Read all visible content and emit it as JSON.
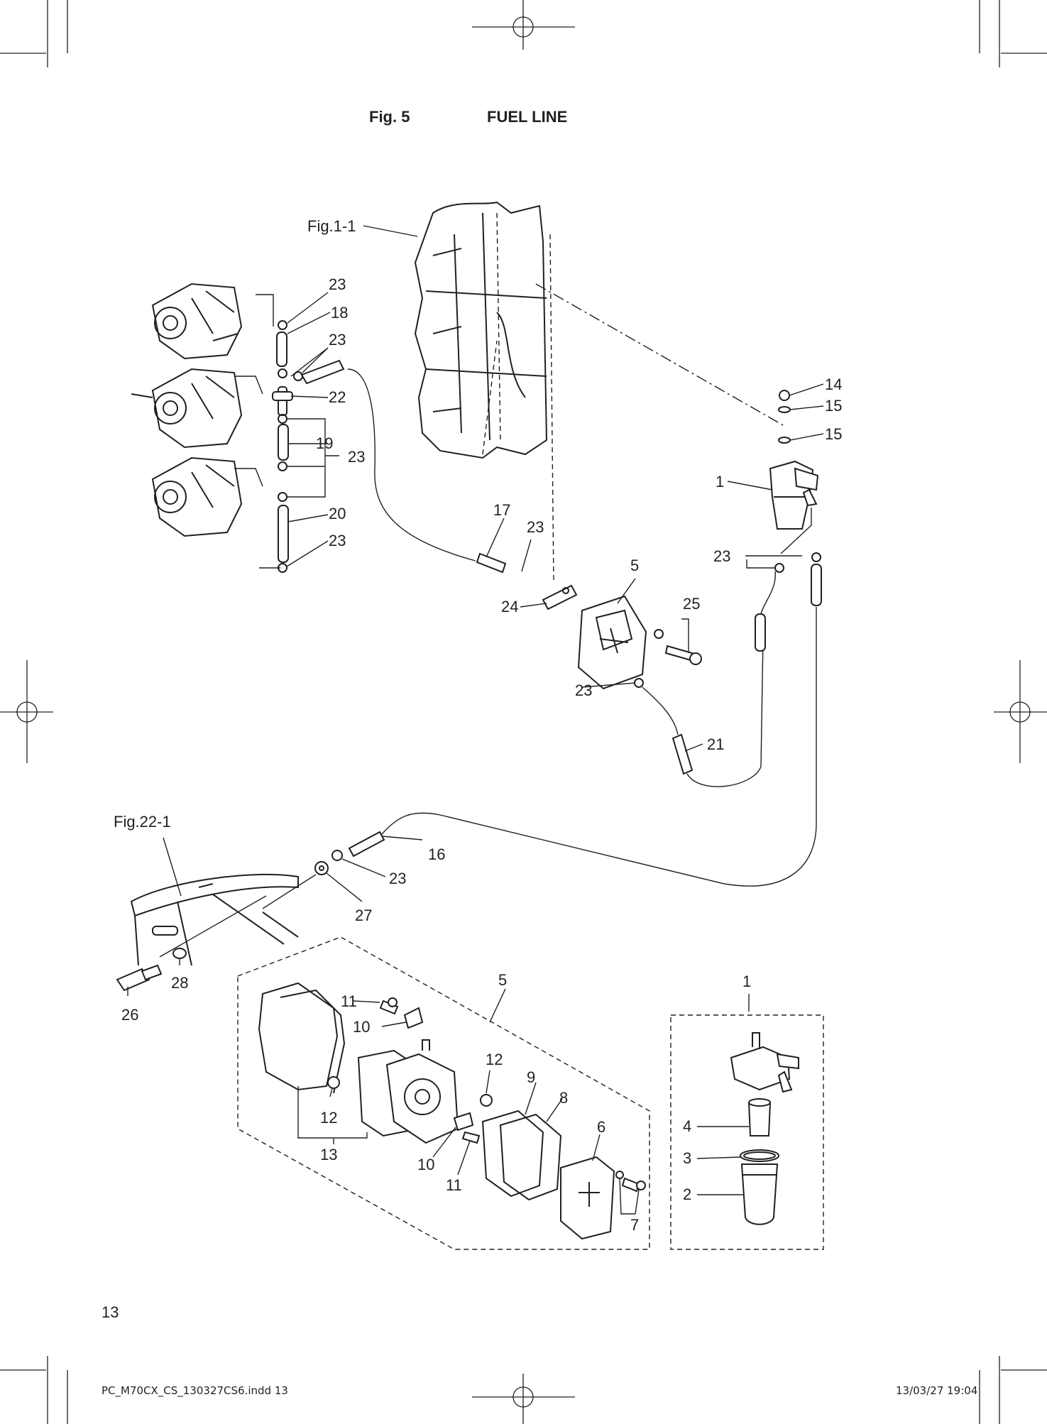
{
  "header": {
    "fig_number": "Fig. 5",
    "title": "FUEL LINE"
  },
  "references": {
    "engine": "Fig.1-1",
    "bracket": "Fig.22-1"
  },
  "callouts": {
    "c1": "1",
    "c2": "2",
    "c3": "3",
    "c4": "4",
    "c5": "5",
    "c6": "6",
    "c7": "7",
    "c8": "8",
    "c9": "9",
    "c10": "10",
    "c11": "11",
    "c12": "12",
    "c13": "13",
    "c14": "14",
    "c15": "15",
    "c16": "16",
    "c17": "17",
    "c18": "18",
    "c19": "19",
    "c20": "20",
    "c21": "21",
    "c22": "22",
    "c23": "23",
    "c24": "24",
    "c25": "25",
    "c26": "26",
    "c27": "27",
    "c28": "28"
  },
  "footer": {
    "page_number": "13",
    "file_name": "PC_M70CX_CS_130327CS6.indd   13",
    "timestamp": "13/03/27   19:04"
  },
  "colors": {
    "ink": "#231f20",
    "paper": "#ffffff"
  }
}
